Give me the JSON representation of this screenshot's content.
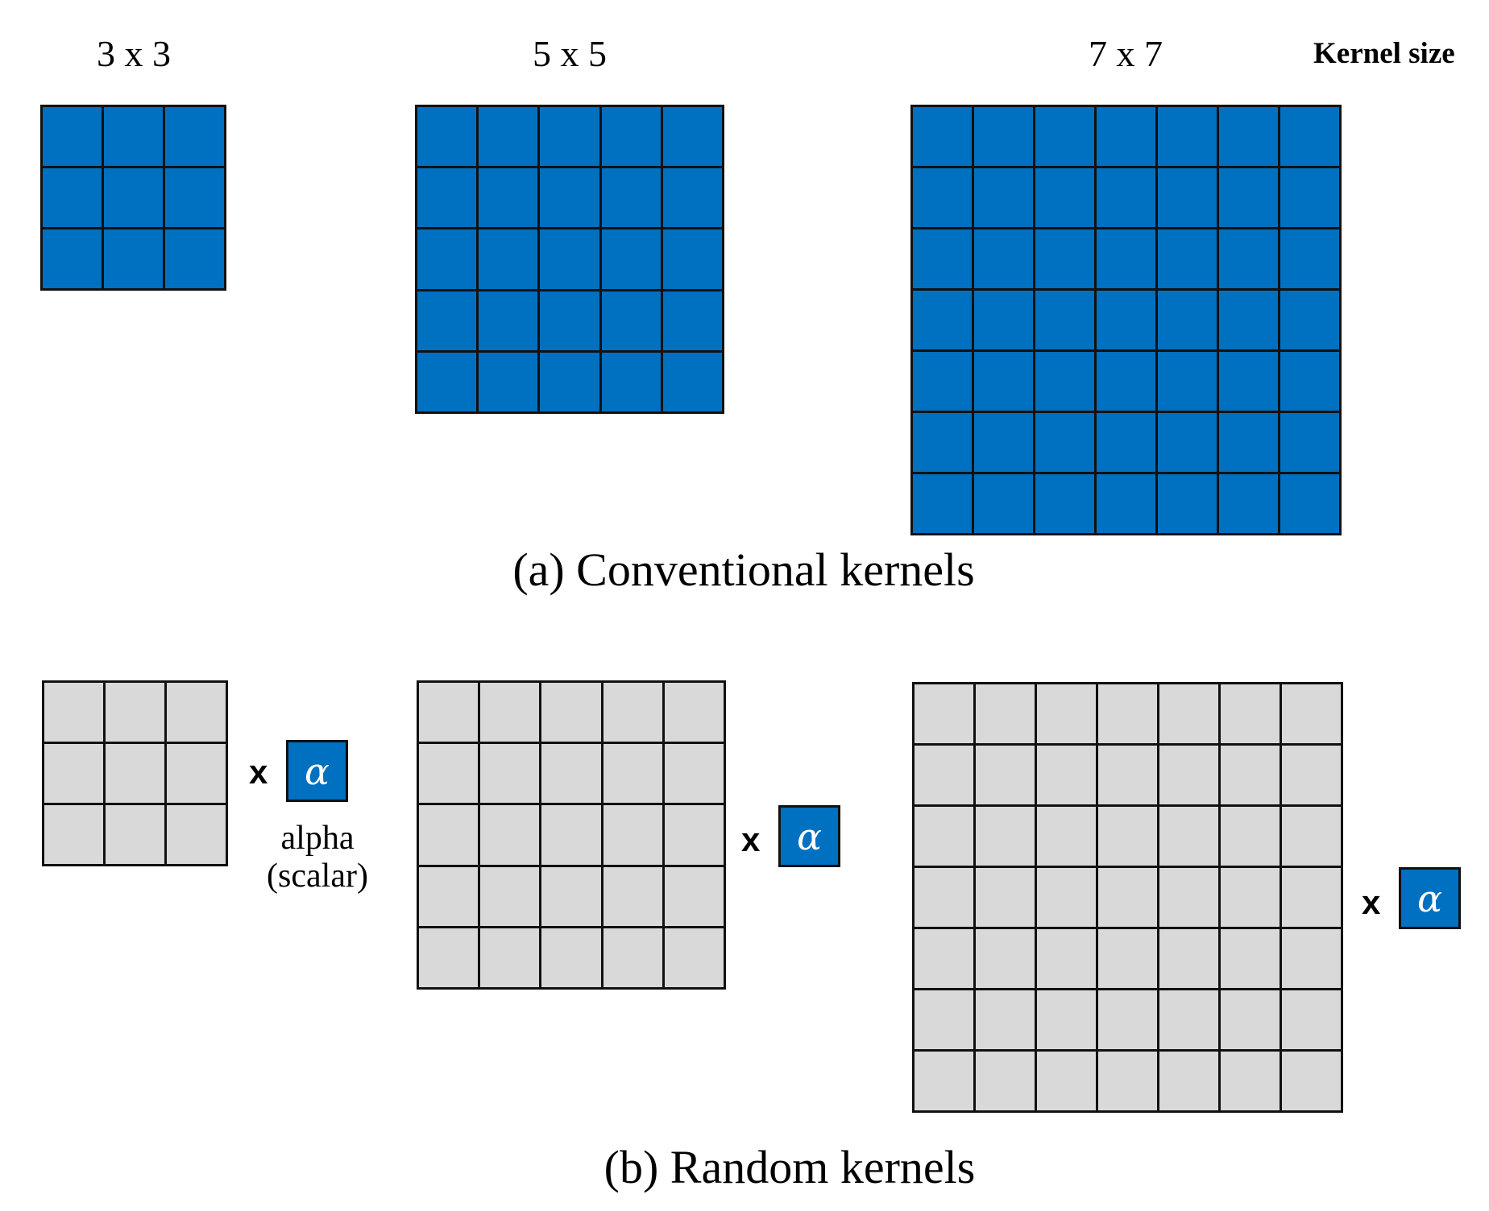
{
  "header": {
    "kernel_size_label": "Kernel size",
    "sizes": [
      "3 x 3",
      "5 x 5",
      "7 x 7"
    ]
  },
  "section_a": {
    "caption": "(a) Conventional kernels",
    "cell_color": "#0070C0",
    "kernels": [
      {
        "label": "3 x 3",
        "n": 3
      },
      {
        "label": "5 x 5",
        "n": 5
      },
      {
        "label": "7 x 7",
        "n": 7
      }
    ]
  },
  "section_b": {
    "caption": "(b) Random kernels",
    "cell_color": "#D9D9D9",
    "multiply_symbol": "x",
    "alpha_symbol": "α",
    "alpha_color": "#0070C0",
    "alpha_note_line1": "alpha",
    "alpha_note_line2": "(scalar)",
    "kernels": [
      {
        "n": 3
      },
      {
        "n": 5
      },
      {
        "n": 7
      }
    ]
  },
  "colors": {
    "grid_line": "#111111",
    "background": "#FFFFFF"
  }
}
